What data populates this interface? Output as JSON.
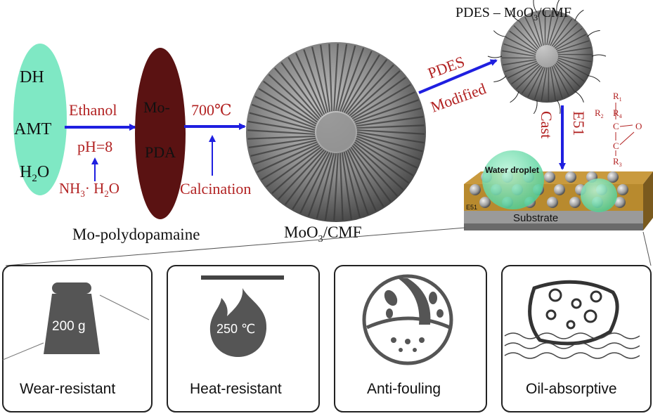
{
  "precursor": {
    "lines": [
      "DH",
      "AMT",
      "H",
      "2",
      "O"
    ],
    "color": "#7fe8c4"
  },
  "step1": {
    "reagent": "Ethanol",
    "condition": "pH=8",
    "additive_a": "NH",
    "additive_sub": "3",
    "additive_b": "· H",
    "additive_sub2": "2",
    "additive_c": "O"
  },
  "mopda": {
    "top": "Mo-",
    "bottom": "PDA",
    "caption": "Mo-polydopamaine",
    "color": "#5a1212"
  },
  "step2": {
    "temperature": "700℃",
    "process": "Calcination"
  },
  "moo3": {
    "caption_a": "MoO",
    "caption_sub": "3",
    "caption_b": "/CMF"
  },
  "step3": {
    "line1": "PDES",
    "line2": "Modified"
  },
  "pdes": {
    "title_a": "PDES – MoO",
    "title_sub": "3",
    "title_b": "/CMF"
  },
  "step4": {
    "line1": "E51",
    "line2": "Cast"
  },
  "epoxy": {
    "r1": "R",
    "r1s": "1",
    "c1": "C",
    "c2": "C",
    "o": "O",
    "r2": "R",
    "r2s": "2",
    "r4": "R",
    "r4s": "4",
    "r3": "R",
    "r3s": "3"
  },
  "coating": {
    "droplet_label": "Water droplet",
    "layer_label": "E51",
    "substrate_label": "Substrate",
    "color": "#b88a2e"
  },
  "properties": [
    {
      "icon": "weight-icon",
      "icon_text": "200 g",
      "label": "Wear-resistant"
    },
    {
      "icon": "flame-icon",
      "icon_text": "250 ℃",
      "label": "Heat-resistant"
    },
    {
      "icon": "antifouling-icon",
      "icon_text": "",
      "label": "Anti-fouling"
    },
    {
      "icon": "sponge-icon",
      "icon_text": "",
      "label": "Oil-absorptive"
    }
  ],
  "colors": {
    "arrow": "#1f1fe0",
    "text_red": "#b22222",
    "panel_border": "#222222"
  }
}
